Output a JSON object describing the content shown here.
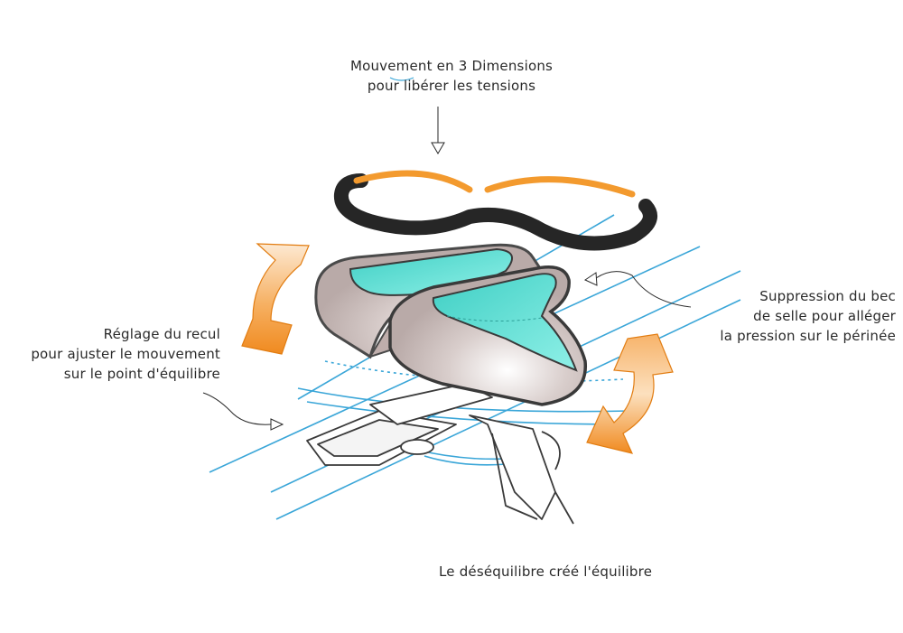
{
  "labels": {
    "top": {
      "line1": "Mouvement en 3 Dimensions",
      "line2": "pour libérer les tensions"
    },
    "left": {
      "line1": "Réglage du recul",
      "line2": "pour ajuster le mouvement",
      "line3": "sur le point d'équilibre"
    },
    "right": {
      "line1": "Suppression du bec",
      "line2": "de selle pour alléger",
      "line3": "la pression sur le périnée"
    },
    "bottom": "Le déséquilibre créé l'équilibre"
  },
  "colors": {
    "orange": "#f39a2e",
    "orange_light": "#fbe3c6",
    "teal": "#4fd6cc",
    "teal_light": "#9ff2ea",
    "saddle_gray": "#cdbfbd",
    "blue_lines": "#3aa6d8",
    "dark": "#2b2b2b"
  }
}
